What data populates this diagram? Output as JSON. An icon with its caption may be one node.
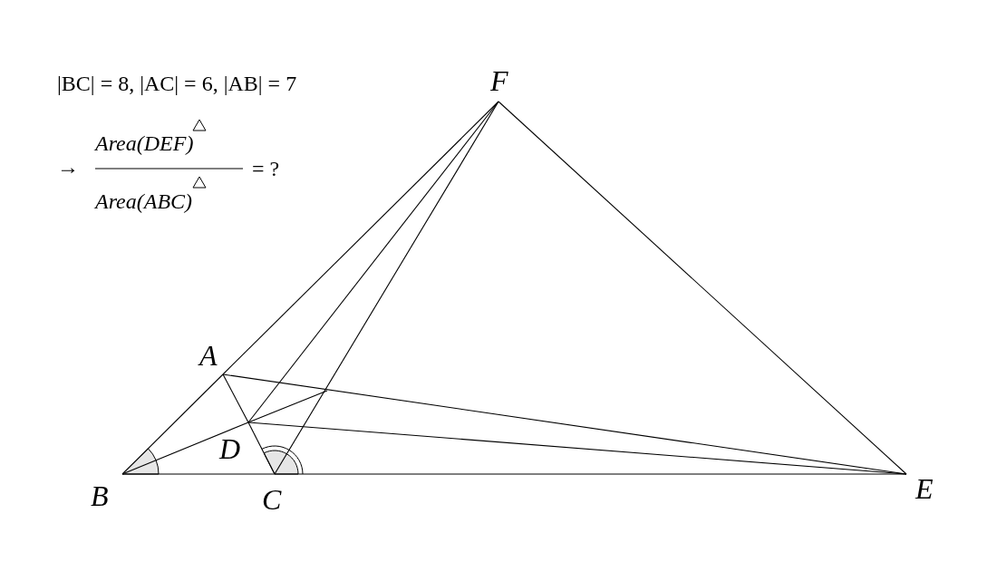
{
  "diagram": {
    "nodes": [
      {
        "text": [
          "F"
        ]
      },
      {
        "text": [
          "A"
        ]
      },
      {
        "text": [
          "D"
        ]
      },
      {
        "text": [
          "B"
        ]
      },
      {
        "text": [
          "C"
        ]
      },
      {
        "text": [
          "E"
        ]
      }
    ],
    "edges": [
      {
        "from": 3,
        "to": 1,
        "arrow": "none"
      },
      {
        "from": 1,
        "to": 0,
        "arrow": "none"
      },
      {
        "from": 3,
        "to": 4,
        "arrow": "none"
      },
      {
        "from": 4,
        "to": 5,
        "arrow": "none"
      },
      {
        "from": 5,
        "to": 0,
        "arrow": "none"
      },
      {
        "from": 1,
        "to": 2,
        "arrow": "none"
      },
      {
        "from": 2,
        "to": 4,
        "arrow": "none"
      },
      {
        "from": 4,
        "to": 0,
        "arrow": "none"
      },
      {
        "from": 2,
        "to": 0,
        "arrow": "none"
      },
      {
        "from": 2,
        "to": 5,
        "arrow": "none"
      },
      {
        "from": 1,
        "to": 5,
        "arrow": "none"
      },
      {
        "from": 3,
        "to": 2,
        "arrow": "none"
      },
      {
        "from": 2,
        "to": null,
        "arrow": "none"
      }
    ],
    "labels": [
      "|BC| = 8, |AC| = 6, |AB| = 7",
      "→",
      "Area(DEF)",
      "Area(ABC)",
      "= ?"
    ]
  }
}
